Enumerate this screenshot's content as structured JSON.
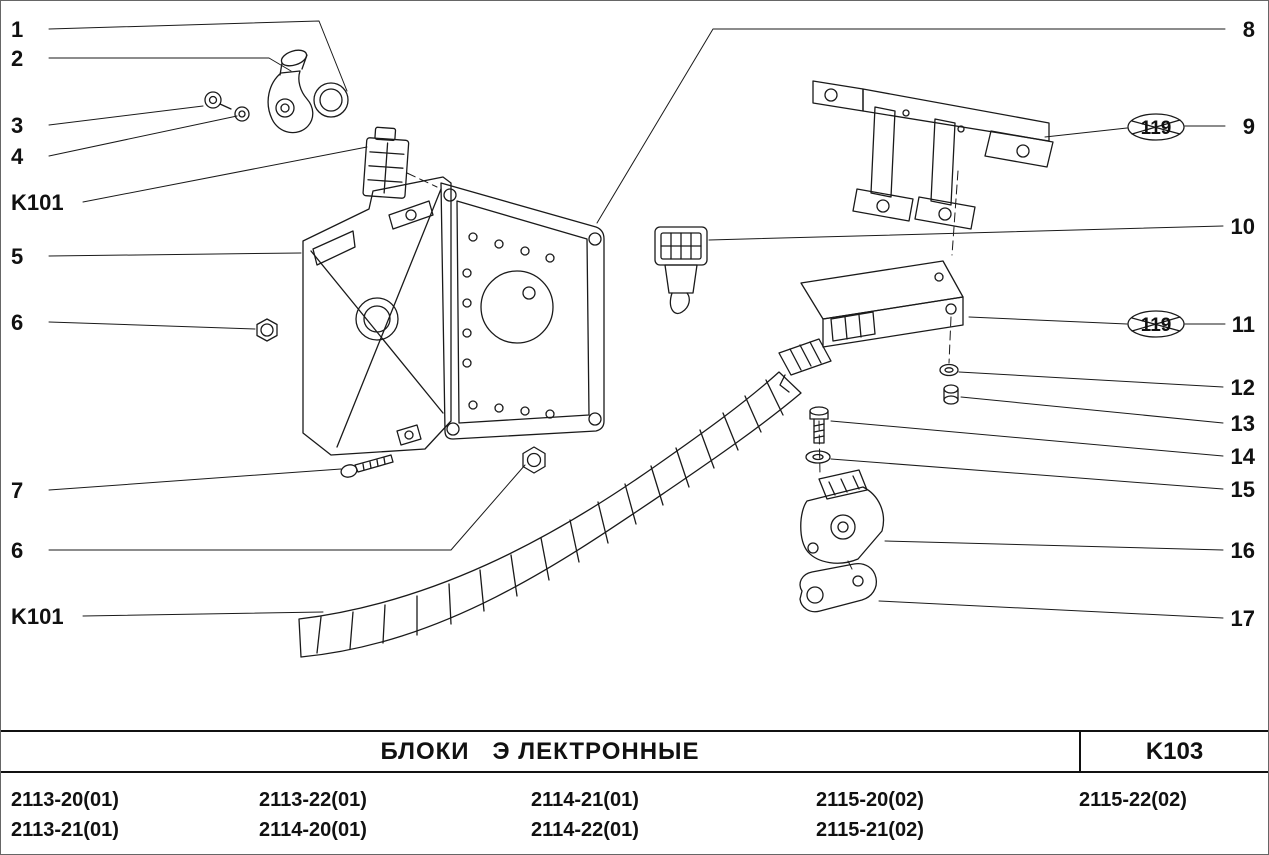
{
  "page": {
    "background": "#ffffff",
    "line_color": "#1a1a1a"
  },
  "drawing": {
    "callouts_left": [
      {
        "label": "1"
      },
      {
        "label": "2"
      },
      {
        "label": "3"
      },
      {
        "label": "4"
      },
      {
        "label": "K101"
      },
      {
        "label": "5"
      },
      {
        "label": "6"
      },
      {
        "label": "7"
      },
      {
        "label": "6"
      },
      {
        "label": "K101"
      }
    ],
    "callouts_right": [
      {
        "label": "8"
      },
      {
        "label": "9"
      },
      {
        "label": "10"
      },
      {
        "label": "11"
      },
      {
        "label": "12"
      },
      {
        "label": "13"
      },
      {
        "label": "14"
      },
      {
        "label": "15"
      },
      {
        "label": "16"
      },
      {
        "label": "17"
      }
    ],
    "badges": [
      {
        "label": "119"
      },
      {
        "label": "119"
      }
    ]
  },
  "title_block": {
    "title": "БЛОКИ   Э ЛЕКТРОННЫЕ",
    "code": "K103"
  },
  "models": {
    "columns": [
      [
        "2113-20(01)",
        "2113-21(01)"
      ],
      [
        "2113-22(01)",
        "2114-20(01)"
      ],
      [
        "2114-21(01)",
        "2114-22(01)"
      ],
      [
        "2115-20(02)",
        "2115-21(02)"
      ],
      [
        "2115-22(02)"
      ]
    ]
  }
}
